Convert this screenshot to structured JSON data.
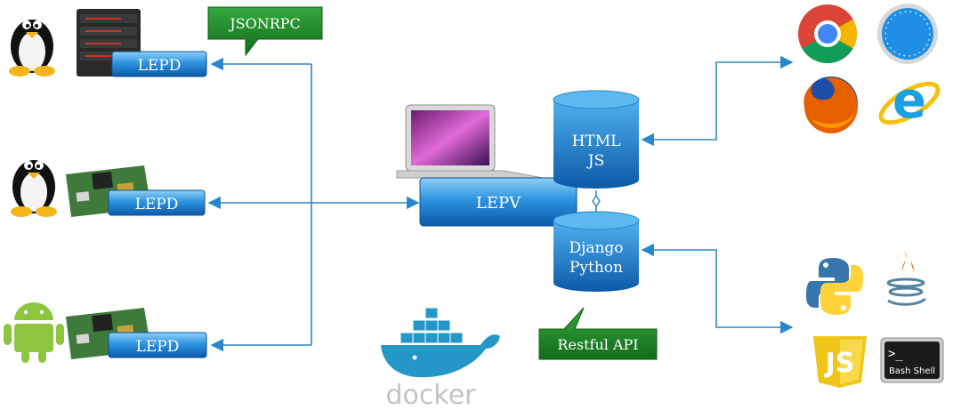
{
  "lepd_nodes": [
    {
      "label": "LEPD",
      "platform": "linux",
      "hardware": "server"
    },
    {
      "label": "LEPD",
      "platform": "linux",
      "hardware": "board"
    },
    {
      "label": "LEPD",
      "platform": "android",
      "hardware": "board"
    }
  ],
  "callouts": {
    "jsonrpc": "JSONRPC",
    "restful": "Restful API"
  },
  "lepv": {
    "label": "LEPV"
  },
  "frontend_db": {
    "line1": "HTML",
    "line2": "JS"
  },
  "backend_db": {
    "line1": "Django",
    "line2": "Python"
  },
  "browsers": [
    "chrome-icon",
    "safari-icon",
    "firefox-icon",
    "internet-explorer-icon"
  ],
  "tools": [
    "python-icon",
    "java-icon",
    "javascript-icon",
    "bash-shell-icon"
  ],
  "js_logo_text": "JS",
  "bash_text": "Bash Shell",
  "bash_prompt": ">_",
  "docker_text": "docker",
  "colors": {
    "box_top": "#7ec4f2",
    "box_bottom": "#0b5fb0",
    "line": "#2b86c9",
    "callout": "#1f8a2a"
  }
}
